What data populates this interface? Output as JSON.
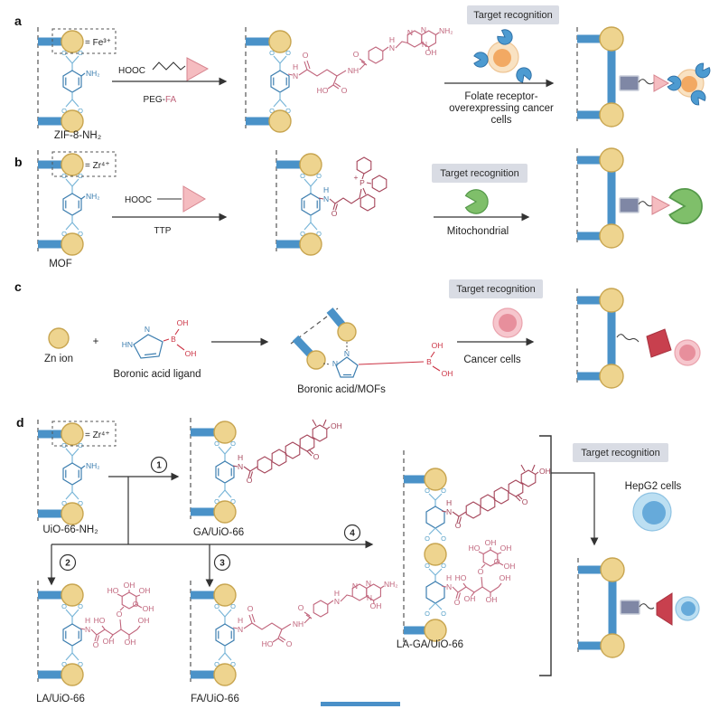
{
  "atoms": {
    "o": "O",
    "n": "N",
    "h": "H",
    "hn": "HN",
    "nh": "NH",
    "nh2": "NH₂",
    "oh": "OH",
    "ho": "HO",
    "b": "B",
    "p": "P",
    "plus": "+"
  },
  "panel_a": {
    "label": "a",
    "legend": "= Fe³⁺",
    "mof_name": "ZIF-8-NH₂",
    "reagent": "HOOC",
    "reagent_name_black": "PEG-",
    "reagent_name_pink": "FA",
    "badge": "Target recognition",
    "target_line1": "Folate receptor-",
    "target_line2": "overexpressing cancer",
    "target_line3": "cells"
  },
  "panel_b": {
    "label": "b",
    "legend": "= Zr⁴⁺",
    "mof_name": "MOF",
    "reagent": "HOOC",
    "reagent_name": "TTP",
    "badge": "Target recognition",
    "target": "Mitochondrial"
  },
  "panel_c": {
    "label": "c",
    "ion_name": "Zn ion",
    "plus": "+",
    "ligand_name": "Boronic acid ligand",
    "product_name": "Boronic acid/MOFs",
    "badge": "Target recognition",
    "target": "Cancer cells"
  },
  "panel_d": {
    "label": "d",
    "legend": "= Zr⁴⁺",
    "mof_name": "UiO-66-NH₂",
    "steps": [
      "1",
      "2",
      "3",
      "4"
    ],
    "product_ga": "GA/UiO-66",
    "product_la": "LA/UiO-66",
    "product_fa": "FA/UiO-66",
    "product_laga": "LA-GA/UiO-66",
    "badge": "Target recognition",
    "target": "HepG2 cells"
  }
}
